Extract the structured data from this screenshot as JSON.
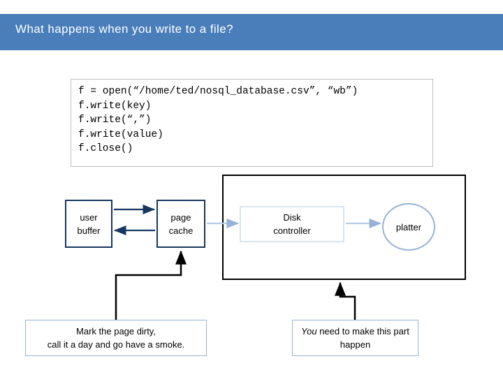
{
  "slide": {
    "title": "What happens when you write to a file?",
    "title_bar_color": "#4a7ebb"
  },
  "code": {
    "lines": [
      "f = open(“/home/ted/nosql_database.csv”, “wb”)",
      "f.write(key)",
      "f.write(“,”)",
      "f.write(value)",
      "f.close()"
    ],
    "text": "f = open(“/home/ted/nosql_database.csv”, “wb”)\nf.write(key)\nf.write(“,”)\nf.write(value)\nf.close()"
  },
  "diagram": {
    "user_buffer": "user\nbuffer",
    "page_cache": "page\ncache",
    "disk_controller": "Disk\ncontroller",
    "platter": "platter",
    "box_border_color": "#17375e",
    "light_border_color": "#95b3d7",
    "outer_box_color": "#000000"
  },
  "callouts": {
    "left": "Mark the page dirty,\ncall it a day and go have a smoke.",
    "right_italic": "You",
    "right_rest": " need to make this part happen"
  }
}
